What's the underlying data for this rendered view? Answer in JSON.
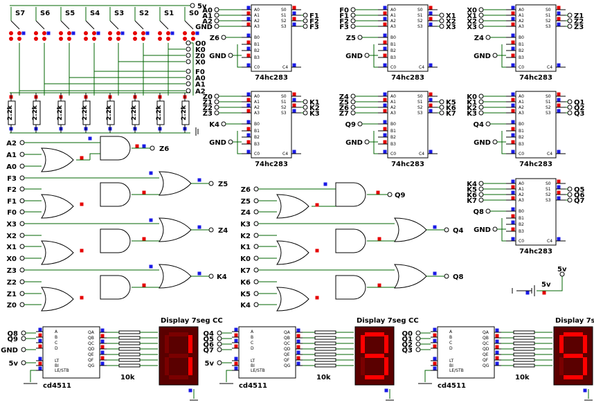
{
  "switches": [
    "S7",
    "S6",
    "S5",
    "S4",
    "S3",
    "S2",
    "S1",
    "S0"
  ],
  "power_label": "5v",
  "bus_labels": [
    "O0",
    "K0",
    "Z0",
    "X0",
    "F0",
    "A0",
    "A1",
    "A2"
  ],
  "resistor_label": "2.2k",
  "adders": [
    {
      "inputs": [
        "A0",
        "A1",
        "A2",
        "GND"
      ],
      "b_label": "Z6",
      "b_gnd": "GND",
      "outputs": [
        "F1",
        "F2",
        "F3"
      ],
      "name": "74hc283"
    },
    {
      "inputs": [
        "F0",
        "F1",
        "F2",
        "F3"
      ],
      "b_label": "Z5",
      "b_gnd": "GND",
      "outputs": [
        "X1",
        "X2",
        "X3"
      ],
      "name": "74hc283"
    },
    {
      "inputs": [
        "X0",
        "X1",
        "X2",
        "X3"
      ],
      "b_label": "Z4",
      "b_gnd": "GND",
      "outputs": [
        "Z1",
        "Z2",
        "Z3"
      ],
      "name": "74hc283"
    },
    {
      "inputs": [
        "Z0",
        "Z1",
        "Z2",
        "Z3"
      ],
      "b_label": "K4",
      "b_gnd": "GND",
      "outputs": [
        "K1",
        "K2",
        "K3"
      ],
      "name": "74hc283"
    },
    {
      "inputs": [
        "Z4",
        "Z5",
        "Z6",
        "Z7"
      ],
      "b_label": "Q9",
      "b_gnd": "GND",
      "outputs": [
        "K5",
        "K6",
        "K7"
      ],
      "name": "74hc283"
    },
    {
      "inputs": [
        "K0",
        "K1",
        "K2",
        "K3"
      ],
      "b_label": "Q4",
      "b_gnd": "GND",
      "outputs": [
        "Q1",
        "Q2",
        "Q3"
      ],
      "name": "74hc283"
    },
    {
      "inputs": [
        "K4",
        "K5",
        "K6",
        "K7"
      ],
      "b_label": "Q8",
      "b_gnd": "GND",
      "outputs": [
        "Q5",
        "Q6",
        "Q7"
      ],
      "name": "74hc283"
    }
  ],
  "adder_pins": [
    "A0",
    "A1",
    "A2",
    "A3",
    "B0",
    "B1",
    "B2",
    "B3",
    "C0",
    "S0",
    "S1",
    "S2",
    "S3",
    "C4"
  ],
  "gate_inputs_left": [
    "A2",
    "A1",
    "A0",
    "F3",
    "F2",
    "F1",
    "F0",
    "X3",
    "X2",
    "X1",
    "X0",
    "Z3",
    "Z2",
    "Z1",
    "Z0"
  ],
  "gate_outputs_left": [
    "Z6",
    "Z5",
    "Z4",
    "K4"
  ],
  "gate_inputs_mid": [
    "Z6",
    "Z5",
    "Z4",
    "K3",
    "K2",
    "K1",
    "K0",
    "K7",
    "K6",
    "K5",
    "K4"
  ],
  "gate_outputs_mid": [
    "Q9",
    "Q4",
    "Q8"
  ],
  "decoders": [
    {
      "inputs": [
        "Q8",
        "Q9",
        "",
        "GND"
      ],
      "lt": "5v",
      "name": "cd4511",
      "display": "Display 7seg CC",
      "digit": "1",
      "rlabel": "10k"
    },
    {
      "inputs": [
        "Q4",
        "Q5",
        "Q6",
        "Q7"
      ],
      "lt": "5v",
      "name": "cd4511",
      "display": "Display 7seg CC",
      "digit": "9",
      "rlabel": "10k"
    },
    {
      "inputs": [
        "Q0",
        "Q1",
        "Q2",
        "Q3"
      ],
      "lt": "",
      "name": "cd4511",
      "display": "Display 7seg CC",
      "digit": "9",
      "rlabel": "10k"
    }
  ],
  "decoder_pins_left": [
    "A",
    "B",
    "C",
    "D",
    "LT",
    "BI",
    "LE/STB"
  ],
  "decoder_pins_right": [
    "QA",
    "QB",
    "QC",
    "QD",
    "QE",
    "QF",
    "QG"
  ],
  "battery_label": "5v",
  "colors": {
    "wire": "#006400",
    "pin_red": "#e60000",
    "pin_blue": "#1a1ae6",
    "display_bg": "#5a0000",
    "seg_on": "#ff0000",
    "seg_off": "#7a0000"
  }
}
